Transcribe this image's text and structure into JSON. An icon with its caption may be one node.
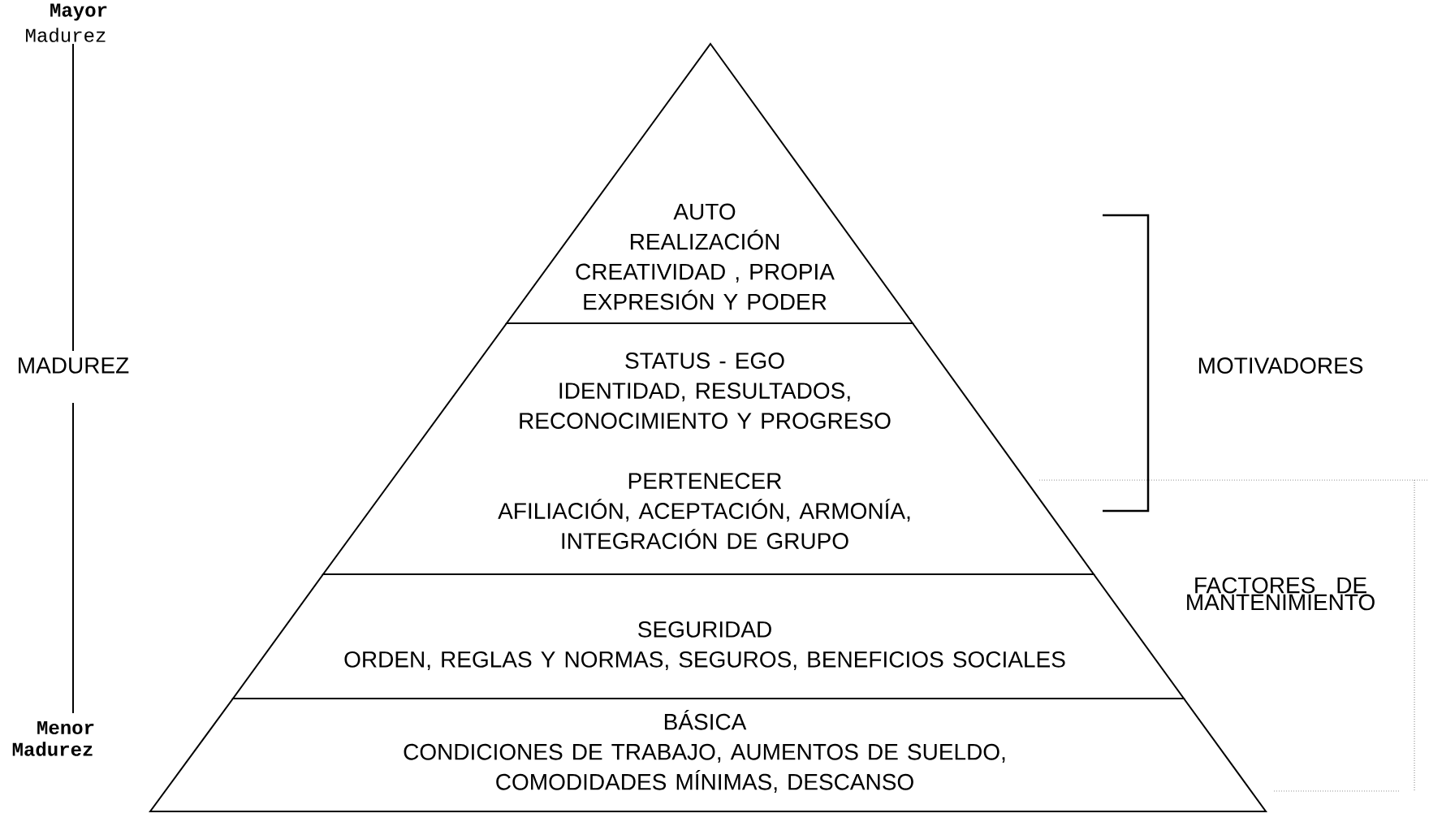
{
  "diagram": {
    "nodes": [
      {
        "text": [
          "AUTO REALIZACIÓN",
          "CREATIVIDAD , PROPIA EXPRESIÓN Y PODER"
        ]
      },
      {
        "text": [
          "STATUS - EGO",
          "IDENTIDAD, RESULTADOS, RECONOCIMIENTO Y PROGRESO",
          "PERTENECER",
          "AFILIACIÓN, ACEPTACIÓN, ARMONÍA, INTEGRACIÓN DE GRUPO"
        ]
      },
      {
        "text": [
          "SEGURIDAD",
          "ORDEN, REGLAS Y NORMAS, SEGUROS, BENEFICIOS SOCIALES"
        ]
      },
      {
        "text": [
          "BÁSICA",
          "CONDICIONES DE TRABAJO, AUMENTOS DE SUELDO, COMODIDADES MÍNIMAS, DESCANSO"
        ]
      }
    ],
    "labels": [
      "Mayor",
      "Madurez",
      "MADUREZ",
      "Menor",
      "Madurez",
      "MOTIVADORES",
      "FACTORES DE MANTENIMIENTO"
    ]
  }
}
